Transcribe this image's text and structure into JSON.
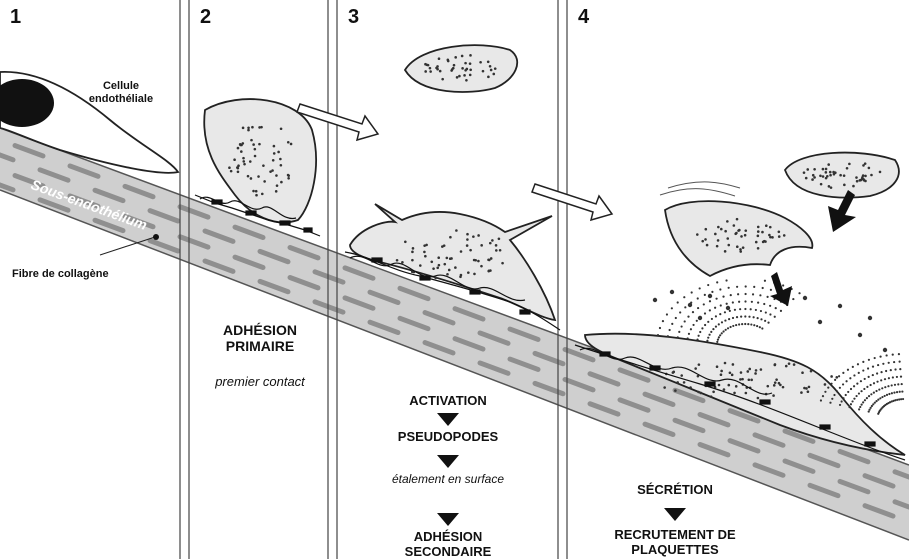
{
  "panels": [
    "1",
    "2",
    "3",
    "4"
  ],
  "labels": {
    "cell": "Cellule endothéliale",
    "subendothelium": "Sous-endothélium",
    "collagen": "Fibre de collagène"
  },
  "stage2": {
    "title": "ADHÉSION PRIMAIRE",
    "note": "premier contact"
  },
  "stage3": {
    "activation": "ACTIVATION",
    "pseudopodes": "PSEUDOPODES",
    "etalement": "étalement en surface",
    "adhesion2": "ADHÉSION SECONDAIRE"
  },
  "stage4": {
    "secretion": "SÉCRÉTION",
    "recrutement": "RECRUTEMENT DE PLAQUETTES"
  },
  "colors": {
    "ink": "#111111",
    "band": "#c9c9c9",
    "platelet": "#e6e6e6"
  }
}
